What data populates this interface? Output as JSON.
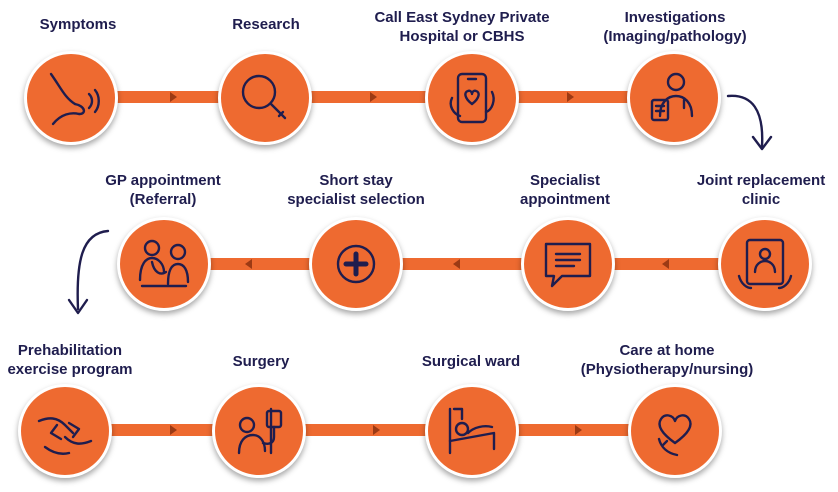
{
  "diagram": {
    "colors": {
      "accent": "#ee6a30",
      "text": "#1f1d4e",
      "connector_arrow": "#9c3a14"
    },
    "steps": [
      {
        "id": "symptoms",
        "lines": [
          "Symptoms"
        ],
        "icon": "knee-pain-icon"
      },
      {
        "id": "research",
        "lines": [
          "Research"
        ],
        "icon": "magnifier-icon"
      },
      {
        "id": "call",
        "lines": [
          "Call East Sydney Private",
          "Hospital or CBHS"
        ],
        "icon": "phone-heart-icon"
      },
      {
        "id": "investigations",
        "lines": [
          "Investigations",
          "(Imaging/pathology)"
        ],
        "icon": "doctor-clipboard-icon"
      },
      {
        "id": "joint-clinic",
        "lines": [
          "Joint replacement",
          "clinic"
        ],
        "icon": "tablet-doctor-icon"
      },
      {
        "id": "specialist",
        "lines": [
          "Specialist",
          "appointment"
        ],
        "icon": "chat-bubble-icon"
      },
      {
        "id": "short-stay",
        "lines": [
          "Short stay",
          "specialist selection"
        ],
        "icon": "medical-cross-icon"
      },
      {
        "id": "gp",
        "lines": [
          "GP appointment",
          "(Referral)"
        ],
        "icon": "stethoscope-exam-icon"
      },
      {
        "id": "prehab",
        "lines": [
          "Prehabilitation",
          "exercise program"
        ],
        "icon": "helping-hands-icon"
      },
      {
        "id": "surgery",
        "lines": [
          "Surgery"
        ],
        "icon": "patient-drip-icon"
      },
      {
        "id": "ward",
        "lines": [
          "Surgical ward"
        ],
        "icon": "hospital-bed-icon"
      },
      {
        "id": "home",
        "lines": [
          "Care at home",
          "(Physiotherapy/nursing)"
        ],
        "icon": "heart-hand-icon"
      }
    ]
  }
}
